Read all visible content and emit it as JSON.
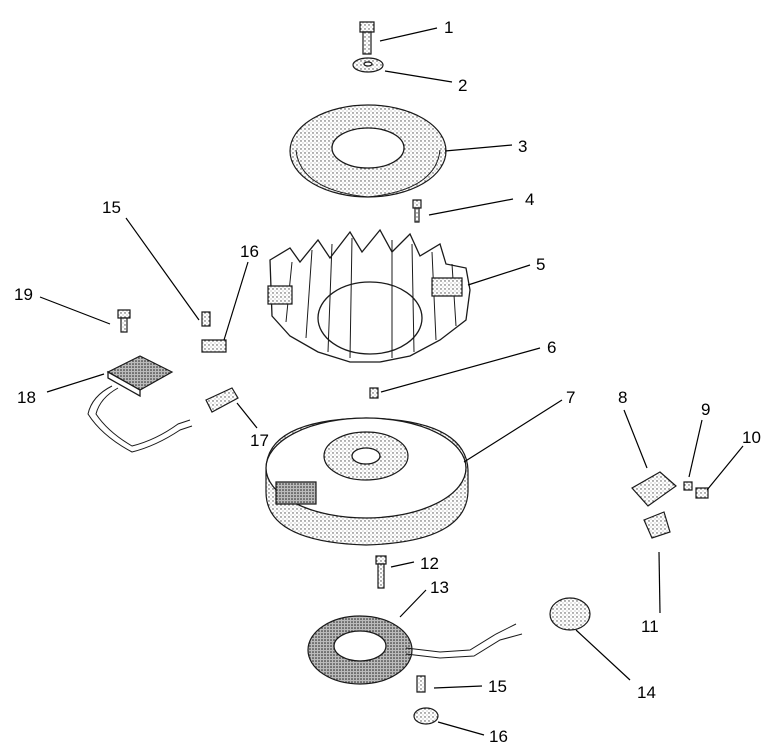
{
  "callouts": [
    {
      "id": "c1",
      "label": "1"
    },
    {
      "id": "c2",
      "label": "2"
    },
    {
      "id": "c3",
      "label": "3"
    },
    {
      "id": "c4",
      "label": "4"
    },
    {
      "id": "c5",
      "label": "5"
    },
    {
      "id": "c6",
      "label": "6"
    },
    {
      "id": "c7",
      "label": "7"
    },
    {
      "id": "c8",
      "label": "8"
    },
    {
      "id": "c9",
      "label": "9"
    },
    {
      "id": "c10",
      "label": "10"
    },
    {
      "id": "c11",
      "label": "11"
    },
    {
      "id": "c12",
      "label": "12"
    },
    {
      "id": "c13",
      "label": "13"
    },
    {
      "id": "c14",
      "label": "14"
    },
    {
      "id": "c15a",
      "label": "15"
    },
    {
      "id": "c15b",
      "label": "15"
    },
    {
      "id": "c16a",
      "label": "16"
    },
    {
      "id": "c16b",
      "label": "16"
    },
    {
      "id": "c17",
      "label": "17"
    },
    {
      "id": "c18",
      "label": "18"
    },
    {
      "id": "c19",
      "label": "19"
    }
  ]
}
